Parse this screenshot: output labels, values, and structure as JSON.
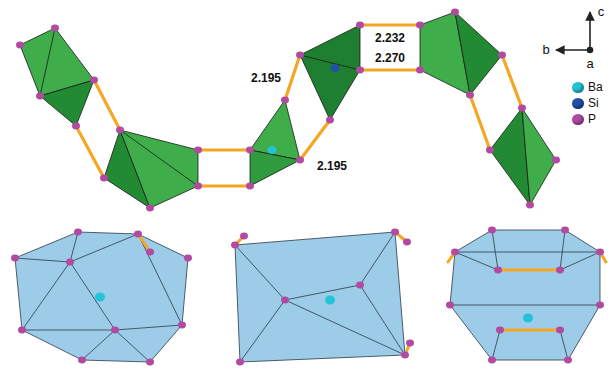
{
  "diagram": {
    "labels": [
      "2.232",
      "2.270",
      "2.195",
      "2.195",
      "c",
      "b",
      "a"
    ],
    "legend": [
      {
        "text": "Ba",
        "color": "#22c4d8"
      },
      {
        "text": "Si",
        "color": "#1f4fa8"
      },
      {
        "text": "P",
        "color": "#b24aa2"
      }
    ]
  }
}
